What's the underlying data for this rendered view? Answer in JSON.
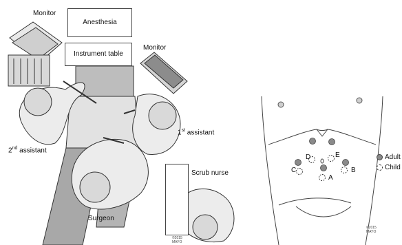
{
  "operating_room": {
    "monitor_left": "Monitor",
    "anesthesia": "Anesthesia",
    "instrument_table": "Instrument table",
    "monitor_right": "Monitor",
    "first_assistant_num": "1",
    "first_assistant_sup": "st",
    "first_assistant_text": " assistant",
    "second_assistant_num": "2",
    "second_assistant_sup": "nd",
    "second_assistant_text": " assistant",
    "scrub_nurse": "Scrub nurse",
    "surgeon": "Surgeon",
    "copyright": "©2015",
    "mayo": "MAYO"
  },
  "port_map": {
    "ports": {
      "A": "A",
      "B": "B",
      "C": "C",
      "D": "D",
      "E": "E"
    },
    "legend": {
      "adult": "Adult",
      "child": "Child"
    },
    "colors": {
      "adult_fill": "#8a8a8a",
      "child_stroke": "#333333"
    },
    "copyright": "©2015",
    "mayo": "MAYO"
  }
}
